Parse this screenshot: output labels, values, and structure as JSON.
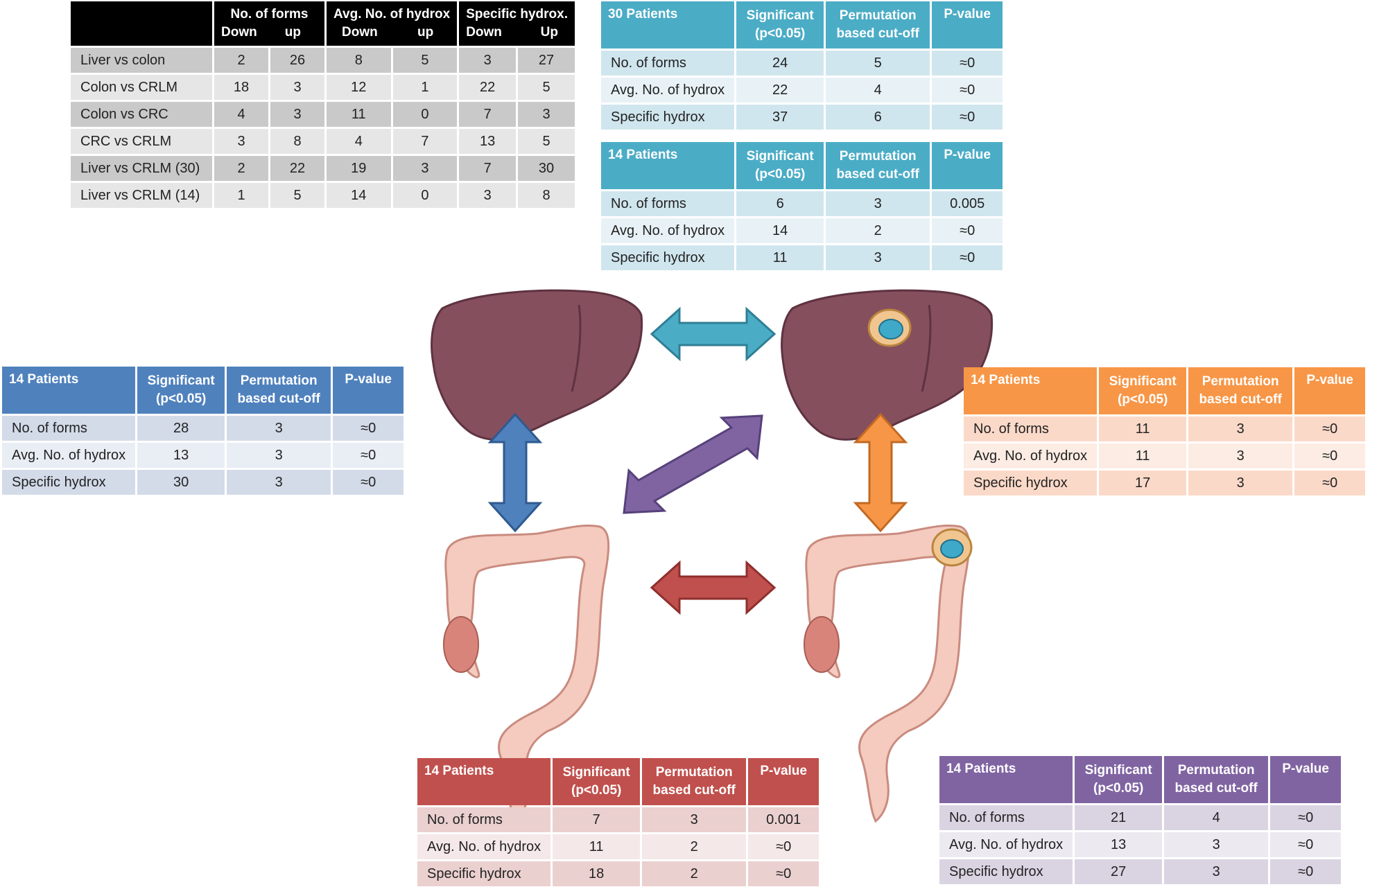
{
  "summary_table": {
    "header": {
      "col1": "No. of forms",
      "col1_down": "Down",
      "col1_up": "up",
      "col2": "Avg. No. of hydrox",
      "col2_down": "Down",
      "col2_up": "up",
      "col3": "Specific hydrox.",
      "col3_down": "Down",
      "col3_up": "Up"
    },
    "rows": [
      {
        "label": "Liver vs colon",
        "cells": [
          "2",
          "26",
          "8",
          "5",
          "3",
          "27"
        ]
      },
      {
        "label": "Colon vs CRLM",
        "cells": [
          "18",
          "3",
          "12",
          "1",
          "22",
          "5"
        ]
      },
      {
        "label": "Colon vs CRC",
        "cells": [
          "4",
          "3",
          "11",
          "0",
          "7",
          "3"
        ]
      },
      {
        "label": "CRC vs CRLM",
        "cells": [
          "3",
          "8",
          "4",
          "7",
          "13",
          "5"
        ]
      },
      {
        "label": "Liver vs CRLM (30)",
        "cells": [
          "2",
          "22",
          "19",
          "3",
          "7",
          "30"
        ]
      },
      {
        "label": "Liver vs CRLM (14)",
        "cells": [
          "1",
          "5",
          "14",
          "0",
          "3",
          "8"
        ]
      }
    ]
  },
  "comparison_tables": {
    "teal_30": {
      "color": "#4bacc6",
      "row_odd": "#d0e6ee",
      "row_even": "#e8f2f6",
      "header": [
        "30 Patients",
        "Significant",
        "(p<0.05)",
        "Permutation",
        "based cut-off",
        "P-value"
      ],
      "rows": [
        {
          "label": "No. of forms",
          "cells": [
            "24",
            "5",
            "≈0"
          ]
        },
        {
          "label": "Avg. No. of hydrox",
          "cells": [
            "22",
            "4",
            "≈0"
          ]
        },
        {
          "label": "Specific hydrox",
          "cells": [
            "37",
            "6",
            "≈0"
          ]
        }
      ]
    },
    "teal_14": {
      "color": "#4bacc6",
      "row_odd": "#d0e6ee",
      "row_even": "#e8f2f6",
      "header": [
        "14 Patients",
        "Significant",
        "(p<0.05)",
        "Permutation",
        "based cut-off",
        "P-value"
      ],
      "rows": [
        {
          "label": "No. of forms",
          "cells": [
            "6",
            "3",
            "0.005"
          ]
        },
        {
          "label": "Avg. No. of hydrox",
          "cells": [
            "14",
            "2",
            "≈0"
          ]
        },
        {
          "label": "Specific hydrox",
          "cells": [
            "11",
            "3",
            "≈0"
          ]
        }
      ]
    },
    "blue_14": {
      "color": "#4f81bd",
      "row_odd": "#d3dbe9",
      "row_even": "#e9edf4",
      "header": [
        "14 Patients",
        "Significant",
        "(p<0.05)",
        "Permutation",
        "based cut-off",
        "P-value"
      ],
      "rows": [
        {
          "label": "No. of forms",
          "cells": [
            "28",
            "3",
            "≈0"
          ]
        },
        {
          "label": "Avg. No. of hydrox",
          "cells": [
            "13",
            "3",
            "≈0"
          ]
        },
        {
          "label": "Specific hydrox",
          "cells": [
            "30",
            "3",
            "≈0"
          ]
        }
      ]
    },
    "orange_14": {
      "color": "#f79646",
      "row_odd": "#fbd9c8",
      "row_even": "#fdece3",
      "header": [
        "14 Patients",
        "Significant",
        "(p<0.05)",
        "Permutation",
        "based cut-off",
        "P-value"
      ],
      "rows": [
        {
          "label": "No. of forms",
          "cells": [
            "11",
            "3",
            "≈0"
          ]
        },
        {
          "label": "Avg. No. of hydrox",
          "cells": [
            "11",
            "3",
            "≈0"
          ]
        },
        {
          "label": "Specific hydrox",
          "cells": [
            "17",
            "3",
            "≈0"
          ]
        }
      ]
    },
    "red_14": {
      "color": "#c0504d",
      "row_odd": "#ebd0d0",
      "row_even": "#f5e8e8",
      "header": [
        "14 Patients",
        "Significant",
        "(p<0.05)",
        "Permutation",
        "based cut-off",
        "P-value"
      ],
      "rows": [
        {
          "label": "No. of forms",
          "cells": [
            "7",
            "3",
            "0.001"
          ]
        },
        {
          "label": "Avg. No. of hydrox",
          "cells": [
            "11",
            "2",
            "≈0"
          ]
        },
        {
          "label": "Specific hydrox",
          "cells": [
            "18",
            "2",
            "≈0"
          ]
        }
      ]
    },
    "purple_14": {
      "color": "#8064a2",
      "row_odd": "#dad4e2",
      "row_even": "#ece9f1",
      "header": [
        "14 Patients",
        "Significant",
        "(p<0.05)",
        "Permutation",
        "based cut-off",
        "P-value"
      ],
      "rows": [
        {
          "label": "No. of forms",
          "cells": [
            "21",
            "4",
            "≈0"
          ]
        },
        {
          "label": "Avg. No. of hydrox",
          "cells": [
            "13",
            "3",
            "≈0"
          ]
        },
        {
          "label": "Specific hydrox",
          "cells": [
            "27",
            "3",
            "≈0"
          ]
        }
      ]
    }
  },
  "arrow_colors": {
    "teal": "#4bacc6",
    "blue": "#4f81bd",
    "purple": "#8064a2",
    "orange": "#f79646",
    "red": "#c0504d"
  },
  "organ_colors": {
    "liver": "#864f5e",
    "liver_dark": "#6b3a48",
    "colon": "#f4cbbe",
    "colon_line": "#c98b7f",
    "tumor_outer": "#f1c58f",
    "tumor_core": "#3fa9c9"
  }
}
